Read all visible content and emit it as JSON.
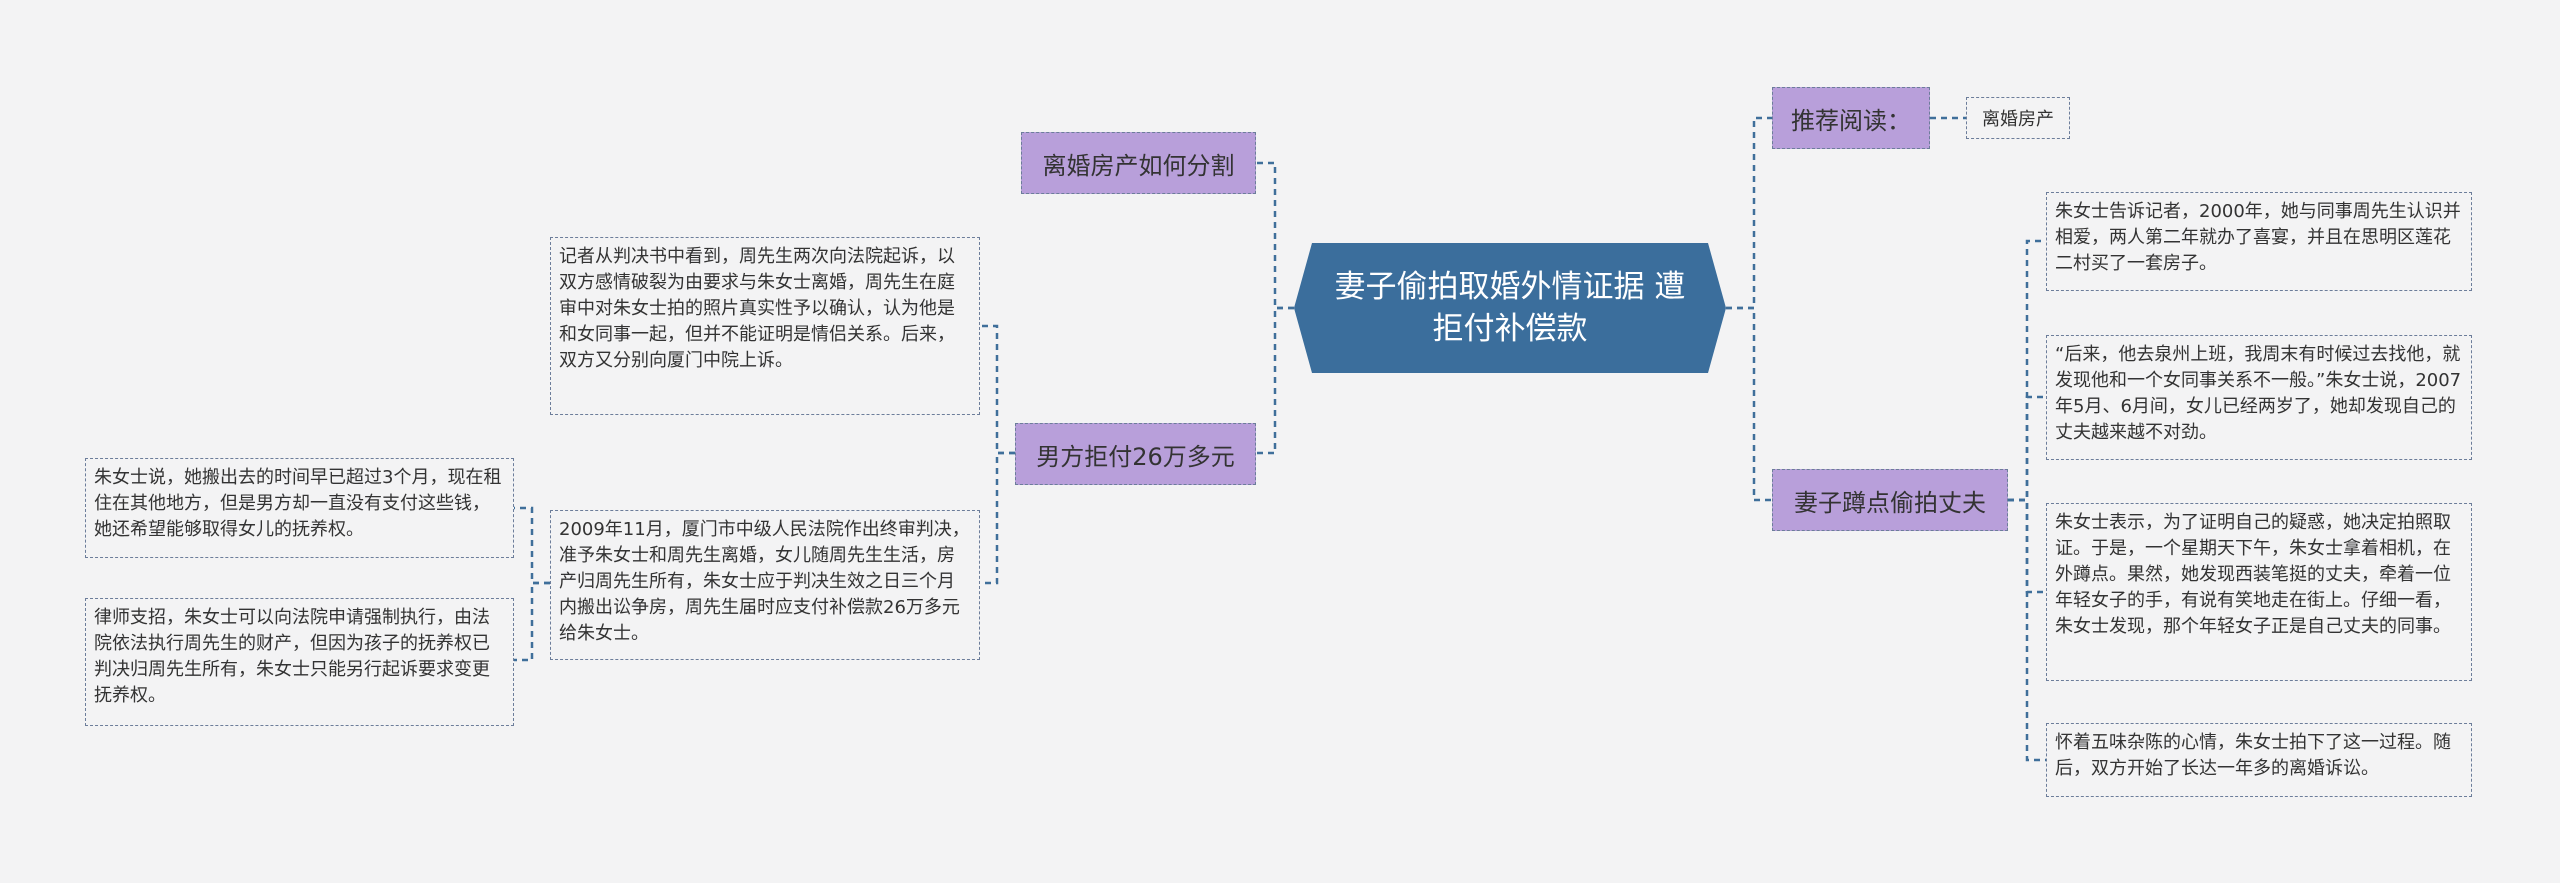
{
  "central": {
    "title": "妻子偷拍取婚外情证据 遭拒付补偿款"
  },
  "left": {
    "topic1": {
      "label": "离婚房产如何分割"
    },
    "topic2": {
      "label": "男方拒付26万多元",
      "notes": [
        "记者从判决书中看到，周先生两次向法院起诉，以双方感情破裂为由要求与朱女士离婚，周先生在庭审中对朱女士拍的照片真实性予以确认，认为他是和女同事一起，但并不能证明是情侣关系。后来，双方又分别向厦门中院上诉。",
        "2009年11月，厦门市中级人民法院作出终审判决，准予朱女士和周先生离婚，女儿随周先生生活，房产归周先生所有，朱女士应于判决生效之日三个月内搬出讼争房，周先生届时应支付补偿款26万多元给朱女士。"
      ],
      "sub_notes": [
        "朱女士说，她搬出去的时间早已超过3个月，现在租住在其他地方，但是男方却一直没有支付这些钱，她还希望能够取得女儿的抚养权。",
        "律师支招，朱女士可以向法院申请强制执行，由法院依法执行周先生的财产，但因为孩子的抚养权已判决归周先生所有，朱女士只能另行起诉要求变更抚养权。"
      ]
    }
  },
  "right": {
    "topic1": {
      "label": "推荐阅读：",
      "tag": "离婚房产"
    },
    "topic2": {
      "label": "妻子蹲点偷拍丈夫",
      "notes": [
        "朱女士告诉记者，2000年，她与同事周先生认识并相爱，两人第二年就办了喜宴，并且在思明区莲花二村买了一套房子。",
        "“后来，他去泉州上班，我周末有时候过去找他，就发现他和一个女同事关系不一般。”朱女士说，2007年5月、6月间，女儿已经两岁了，她却发现自己的丈夫越来越不对劲。",
        "朱女士表示，为了证明自己的疑惑，她决定拍照取证。于是，一个星期天下午，朱女士拿着相机，在外蹲点。果然，她发现西装笔挺的丈夫，牵着一位年轻女子的手，有说有笑地走在街上。仔细一看，朱女士发现，那个年轻女子正是自己丈夫的同事。",
        "怀着五味杂陈的心情，朱女士拍下了这一过程。随后，双方开始了长达一年多的离婚诉讼。"
      ]
    }
  },
  "colors": {
    "central": "#3b6e9c",
    "topic": "#b89fda",
    "line": "#3f6f9a",
    "background": "#f3f3f4"
  }
}
